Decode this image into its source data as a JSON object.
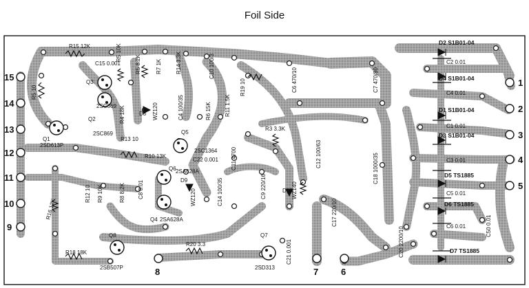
{
  "title": "Foil Side",
  "colors": {
    "foil": "#9c9c9c",
    "foil_edge": "#3a3a3a",
    "pad": "#ffffff",
    "ink": "#111111"
  },
  "pins": [
    "15",
    "14",
    "13",
    "12",
    "11",
    "10",
    "9",
    "8",
    "7",
    "6",
    "1",
    "2",
    "3",
    "4",
    "5"
  ],
  "labels": {
    "r15": "R15 12K",
    "c15": "C15 0.001",
    "r5": "R5 10K",
    "r5b": "R5 8.2K",
    "r7": "R7 1K",
    "r14": "R14 3.3K",
    "c10": "C10 100/3",
    "c6": "C6 470/10",
    "c7": "C7 470/80",
    "r19": "R19 10",
    "q3": "Q3",
    "q3part": "2SC869",
    "q2": "Q2",
    "q2part": "2SC869",
    "q1": "Q1",
    "q1part": "2SD613P",
    "r5c": "R5 10",
    "r4": "R4 18K",
    "d8": "D8",
    "d8part": "WZ120",
    "c4": "C4 100/35",
    "r6": "R6 15K",
    "r11": "R11 1.5K",
    "q5": "Q5",
    "q5part": "2SC1364",
    "c22": "C22 0.001",
    "r13": "R13 10",
    "r10": "R10 13K",
    "q6": "Q6",
    "q6part": "2SA628A",
    "r12": "R12 10",
    "r9": "R9 10K",
    "r8": "R8 8.2K",
    "c8": "C8 0.01",
    "d9": "D9",
    "d9part": "WZ120",
    "c14": "C14 100/35",
    "c11": "C11 4700",
    "r3": "R3 3.3K",
    "c12": "C12 100/63",
    "c9": "C9 220/16",
    "d10": "D10",
    "d10part": "WZ140",
    "c18": "C18 1000/35",
    "q4": "Q4",
    "q4part": "2SA628A",
    "r16": "R16 12K",
    "q8": "Q8",
    "q8part": "2SB507P",
    "r18": "R18 18K",
    "r20": "R20 3.3",
    "q7": "Q7",
    "q7part": "2SD313",
    "c21": "C21 0.001",
    "c17": "C17 220/10",
    "c20": "C20 2200/10",
    "d2": "D2 S1B01-04",
    "c2": "C2 0.01",
    "d4": "D4 S1B01-04",
    "c4b": "C4 0.01",
    "d1": "D1 S1B01-04",
    "c1": "C1 0.01",
    "d3": "D3 S1B01-04",
    "c3": "C3 0.01",
    "d5": "D5 TS1885",
    "c5": "C5 0.01",
    "d6": "D6 TS1885",
    "c6b": "C6 0.01",
    "c50": "C50 0.01",
    "d7": "D7 TS1885"
  }
}
